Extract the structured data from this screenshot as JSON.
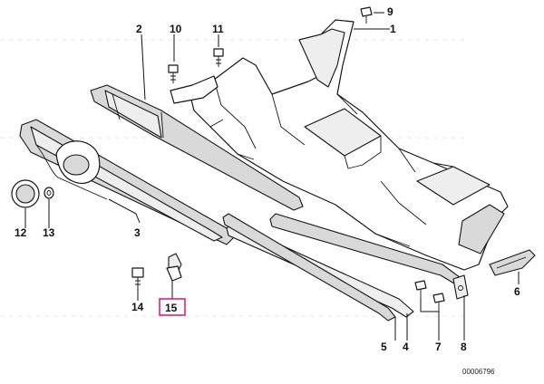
{
  "callouts": {
    "p1": "1",
    "p2": "2",
    "p3": "3",
    "p4": "4",
    "p5": "5",
    "p6": "6",
    "p7": "7",
    "p8": "8",
    "p9": "9",
    "p10": "10",
    "p11": "11",
    "p12": "12",
    "p13": "13",
    "p14": "14",
    "p15": "15"
  },
  "highlight_color": "#e0107a",
  "diagram_code": "00006796"
}
